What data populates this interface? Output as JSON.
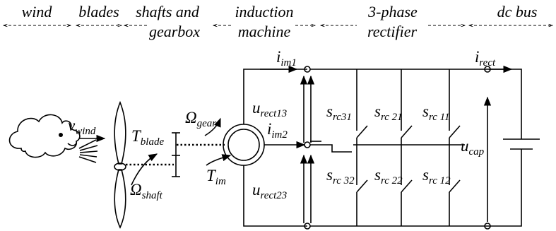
{
  "sections": [
    {
      "id": "wind",
      "lines": [
        "wind"
      ]
    },
    {
      "id": "blades",
      "lines": [
        "blades"
      ]
    },
    {
      "id": "shafts",
      "lines": [
        "shafts and",
        "gearbox"
      ]
    },
    {
      "id": "induction",
      "lines": [
        "induction",
        "machine"
      ]
    },
    {
      "id": "rectifier",
      "lines": [
        "3-phase",
        "rectifier"
      ]
    },
    {
      "id": "dcbus",
      "lines": [
        "dc bus"
      ]
    }
  ],
  "labels": {
    "v_wind": {
      "base": "v",
      "sub": "wind"
    },
    "t_blade": {
      "base": "T",
      "sub": "blade"
    },
    "omega_gear": {
      "base": "Ω",
      "sub": "gear"
    },
    "omega_shaft": {
      "base": "Ω",
      "sub": "shaft"
    },
    "t_im": {
      "base": "T",
      "sub": "im"
    },
    "i_im1": {
      "base": "i",
      "sub": "im1"
    },
    "i_im2": {
      "base": "i",
      "sub": "im2"
    },
    "u_rect13": {
      "base": "u",
      "sub": "rect13"
    },
    "u_rect23": {
      "base": "u",
      "sub": "rect23"
    },
    "s_rc31": {
      "base": "s",
      "sub": "rc31"
    },
    "s_rc21": {
      "base": "s",
      "sub": "rc 21"
    },
    "s_rc11": {
      "base": "s",
      "sub": "rc 11"
    },
    "s_rc32": {
      "base": "s",
      "sub": "rc 32"
    },
    "s_rc22": {
      "base": "s",
      "sub": "rc 22"
    },
    "s_rc12": {
      "base": "s",
      "sub": "rc 12"
    },
    "i_rect": {
      "base": "i",
      "sub": "rect"
    },
    "u_cap": {
      "base": "u",
      "sub": "cap"
    }
  }
}
